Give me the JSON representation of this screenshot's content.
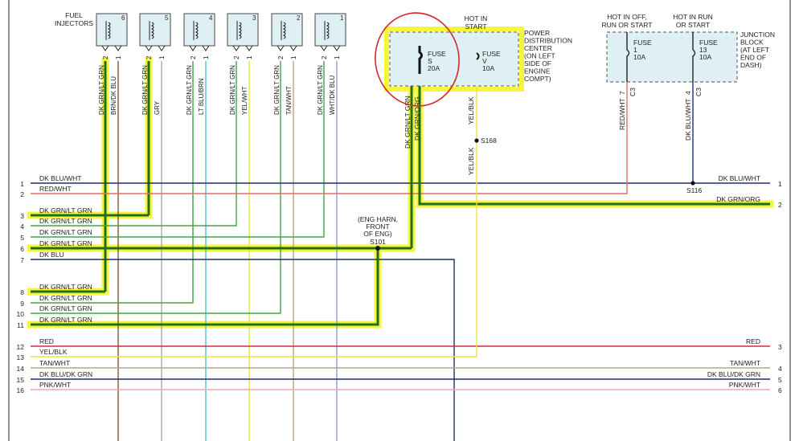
{
  "injectors": {
    "title_line1": "FUEL",
    "title_line2": "INJECTORS",
    "items": [
      {
        "num": "6",
        "pin2": "2",
        "pin1": "1",
        "wire_a": "DK GRN/LT GRN",
        "wire_b": "BRN/DK BLU"
      },
      {
        "num": "5",
        "pin2": "2",
        "pin1": "1",
        "wire_a": "DK GRN/LT GRN",
        "wire_b": "GRY"
      },
      {
        "num": "4",
        "pin2": "2",
        "pin1": "1",
        "wire_a": "DK GRN/LT GRN",
        "wire_b": "LT BLU/BRN"
      },
      {
        "num": "3",
        "pin2": "2",
        "pin1": "1",
        "wire_a": "DK GRN/LT GRN",
        "wire_b": "YEL/WHT"
      },
      {
        "num": "2",
        "pin2": "2",
        "pin1": "1",
        "wire_a": "DK GRN/LT GRN",
        "wire_b": "TAN/WHT"
      },
      {
        "num": "1",
        "pin2": "2",
        "pin1": "1",
        "wire_a": "DK GRN/LT GRN",
        "wire_b": "WHT/DK BLU"
      }
    ]
  },
  "pdc": {
    "hot_line1": "HOT IN",
    "hot_line2": "START",
    "fuse_s": {
      "line1": "FUSE",
      "line2": "S",
      "line3": "20A"
    },
    "fuse_v": {
      "line1": "FUSE",
      "line2": "V",
      "line3": "10A"
    },
    "label_lines": [
      "POWER",
      "DISTRIBUTION",
      "CENTER",
      "(ON LEFT",
      "SIDE OF",
      "ENGINE",
      "COMPT)"
    ],
    "wire_s1": "DK GRN/LT GRN",
    "wire_s2": "DK GRN/ORG",
    "wire_v": "YEL/BLK",
    "wire_v2": "YEL/BLK",
    "splice_v": "S168"
  },
  "jb": {
    "hot1_line1": "HOT IN OFF,",
    "hot1_line2": "RUN OR START",
    "hot2_line1": "HOT IN RUN",
    "hot2_line2": "OR START",
    "fuse_1": {
      "line1": "FUSE",
      "line2": "1",
      "line3": "10A"
    },
    "fuse_13": {
      "line1": "FUSE",
      "line2": "13",
      "line3": "10A"
    },
    "label_lines": [
      "JUNCTION",
      "BLOCK",
      "(AT LEFT",
      "END OF",
      "DASH)"
    ],
    "pin_a": "7",
    "conn_a": "C3",
    "wire_a": "RED/WHT",
    "pin_b": "4",
    "conn_b": "C3",
    "wire_b": "DK BLU/WHT",
    "splice_b": "S116"
  },
  "s101": {
    "lines": [
      "(ENG HARN,",
      "FRONT",
      "OF ENG)"
    ],
    "id": "S101"
  },
  "left_conn": [
    {
      "pin": "1",
      "wire": "DK BLU/WHT"
    },
    {
      "pin": "2",
      "wire": "RED/WHT"
    },
    {
      "pin": "3",
      "wire": "DK GRN/LT GRN"
    },
    {
      "pin": "4",
      "wire": "DK GRN/LT GRN"
    },
    {
      "pin": "5",
      "wire": "DK GRN/LT GRN"
    },
    {
      "pin": "6",
      "wire": "DK GRN/LT GRN"
    },
    {
      "pin": "7",
      "wire": "DK BLU"
    },
    {
      "pin": "8",
      "wire": "DK GRN/LT GRN"
    },
    {
      "pin": "9",
      "wire": "DK GRN/LT GRN"
    },
    {
      "pin": "10",
      "wire": "DK GRN/LT GRN"
    },
    {
      "pin": "11",
      "wire": "DK GRN/LT GRN"
    },
    {
      "pin": "12",
      "wire": "RED"
    },
    {
      "pin": "13",
      "wire": "YEL/BLK"
    },
    {
      "pin": "14",
      "wire": "TAN/WHT"
    },
    {
      "pin": "15",
      "wire": "DK BLU/DK GRN"
    },
    {
      "pin": "16",
      "wire": "PNK/WHT"
    }
  ],
  "right_conn": [
    {
      "pin": "1",
      "wire": "DK BLU/WHT"
    },
    {
      "pin": "2",
      "wire": "DK GRN/ORG"
    },
    {
      "pin": "3",
      "wire": "RED"
    },
    {
      "pin": "4",
      "wire": "TAN/WHT"
    },
    {
      "pin": "5",
      "wire": "DK BLU/DK GRN"
    },
    {
      "pin": "6",
      "wire": "PNK/WHT"
    }
  ],
  "colors": {
    "highlight": "#f5f53a",
    "dk_grn": "#1f6e1f",
    "lt_grn": "#3ea83e",
    "dk_blu": "#1e2f6e",
    "red": "#d8283a",
    "red_wht": "#e86a6a",
    "yel": "#e8e63a",
    "tan": "#b9a77c",
    "pnk": "#f2a6b4",
    "gry": "#a8a8a8",
    "lt_blu": "#46c6d6",
    "brn": "#7a5a3a",
    "wht_blu": "#8d9fd0",
    "box_fill": "#dff0f5",
    "circle": "#d22a2a"
  }
}
